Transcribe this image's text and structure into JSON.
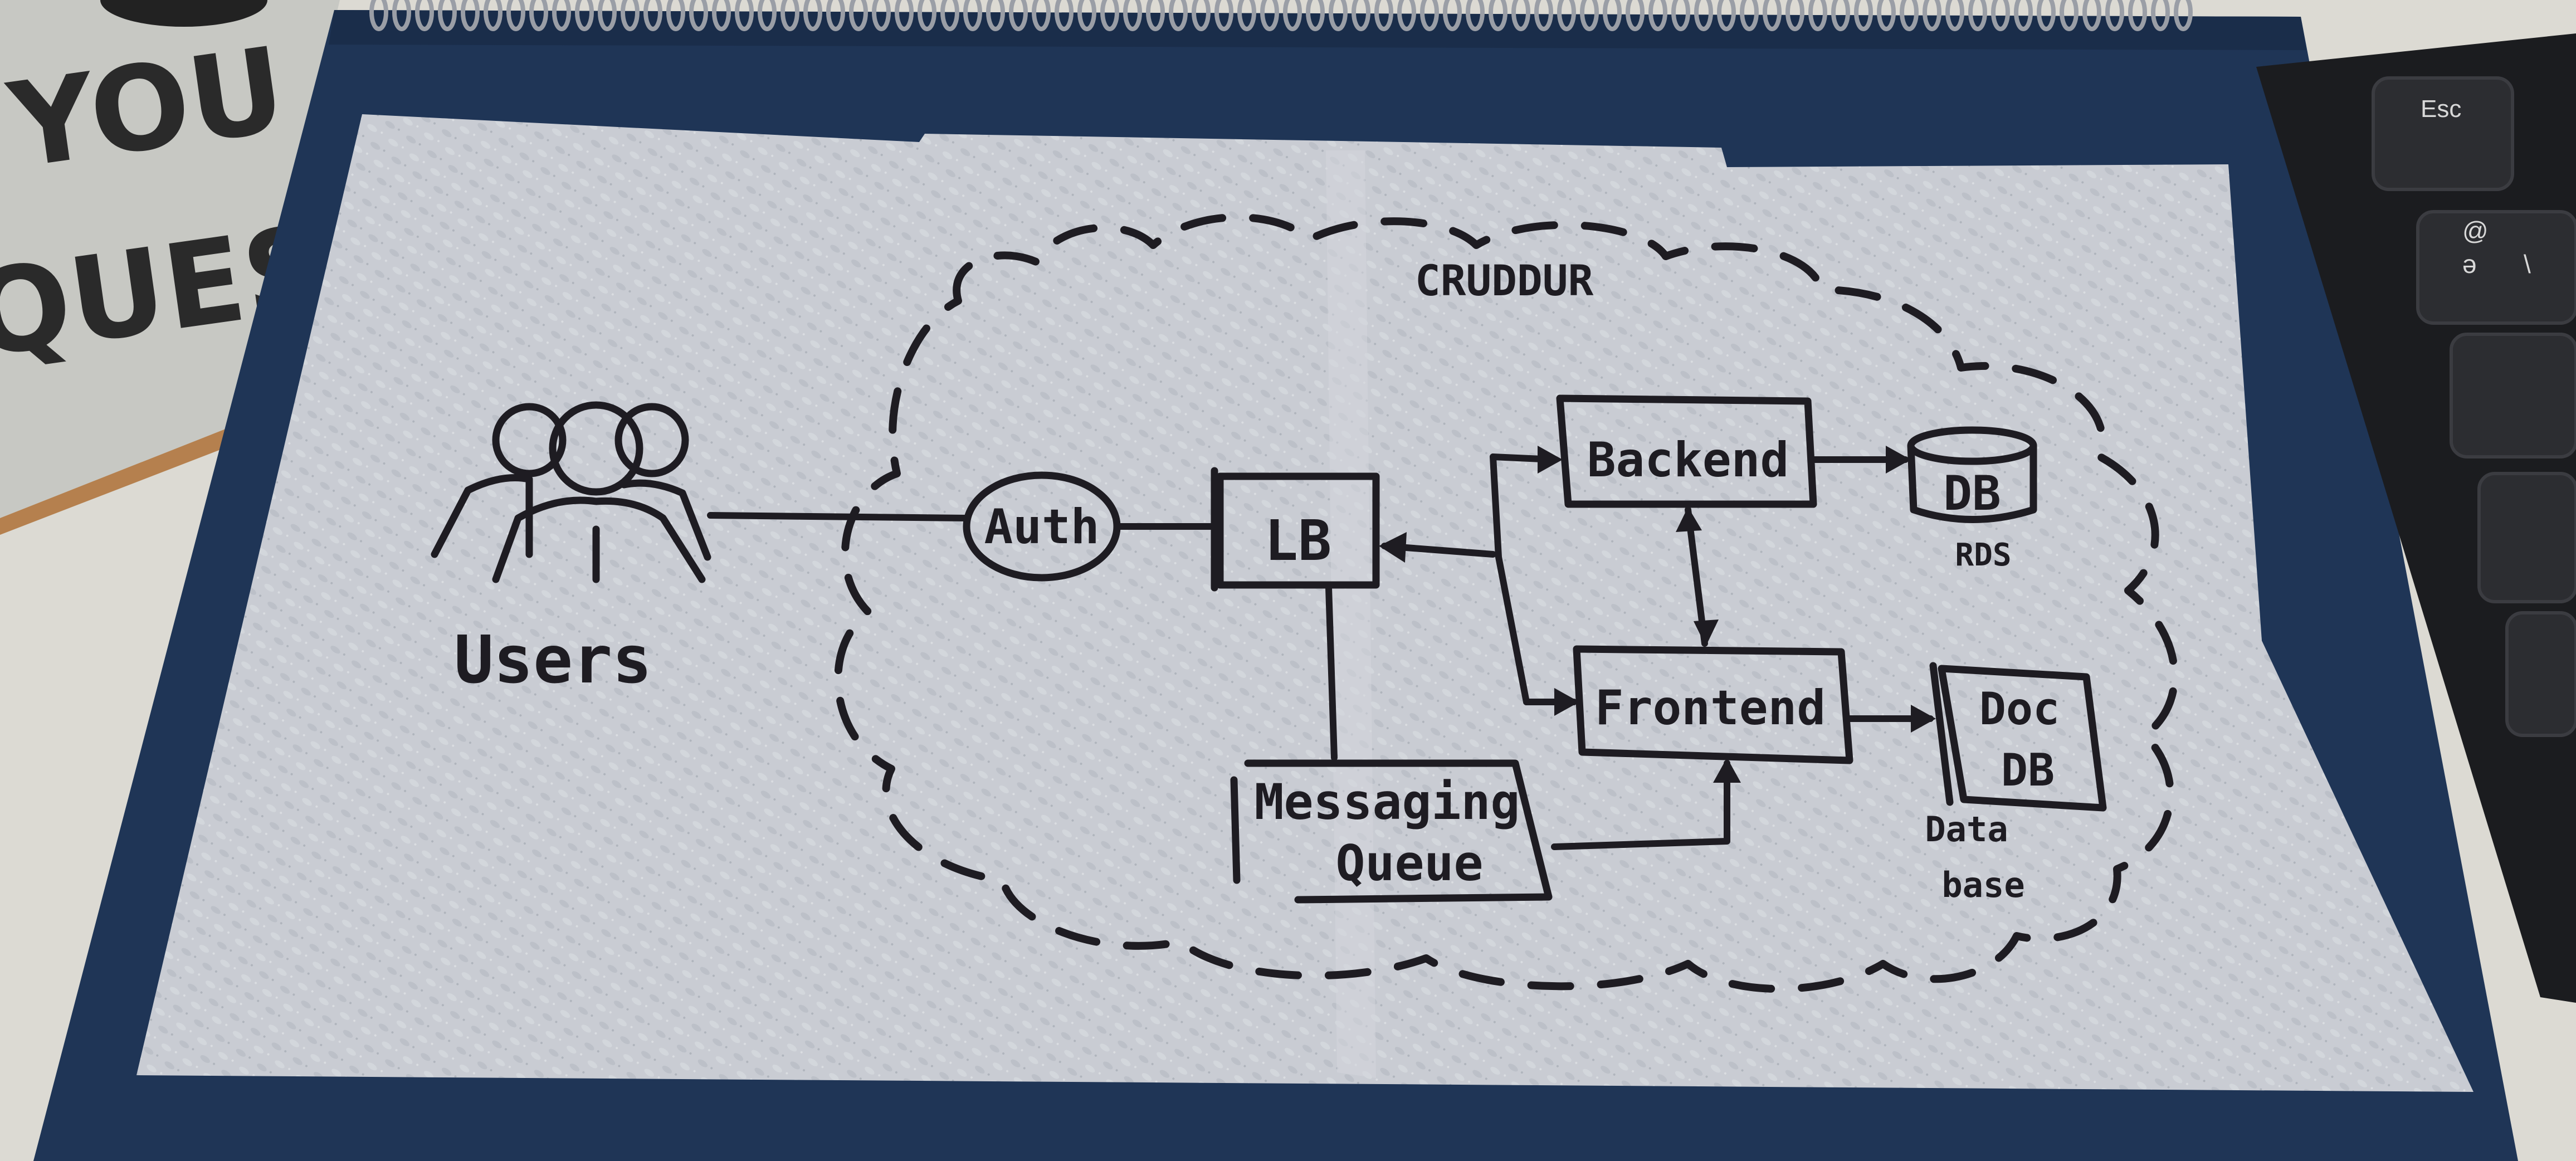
{
  "background": {
    "poster_lines": [
      "YOU",
      "QUES"
    ],
    "keyboard_keys": [
      "Esc",
      "@",
      "ə",
      "\\"
    ]
  },
  "diagram": {
    "boundary_label": "CRUDDUR",
    "actor": "Users",
    "nodes": {
      "auth": "Auth",
      "lb": "LB",
      "queue_line1": "Messaging",
      "queue_line2": "Queue",
      "backend": "Backend",
      "frontend": "Frontend",
      "db": "DB",
      "db_caption": "RDS",
      "docdb_line1": "Doc",
      "docdb_line2": "DB",
      "docdb_caption_line1": "Data",
      "docdb_caption_line2": "base"
    },
    "edges": [
      {
        "from": "Users",
        "to": "Auth"
      },
      {
        "from": "Auth",
        "to": "LB"
      },
      {
        "from": "Backend",
        "to": "LB"
      },
      {
        "from": "Frontend",
        "to": "LB"
      },
      {
        "from": "LB",
        "to": "Messaging Queue"
      },
      {
        "from": "Messaging Queue",
        "to": "Frontend"
      },
      {
        "from": "Backend",
        "to": "DB"
      },
      {
        "from": "Backend",
        "to": "Frontend"
      },
      {
        "from": "Frontend",
        "to": "Doc DB"
      }
    ]
  },
  "colors": {
    "ink": "#1e1c22",
    "napkin": "#c9ccd3",
    "notebook_cover": "#1f3556",
    "table": "#dcdad3"
  }
}
